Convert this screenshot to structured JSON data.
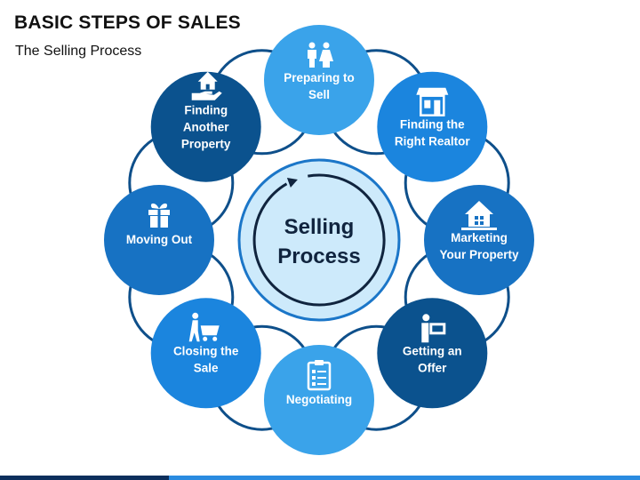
{
  "title": "BASIC STEPS OF SALES",
  "subtitle": "The Selling Process",
  "center": {
    "line1": "Selling",
    "line2": "Process"
  },
  "steps": [
    {
      "lines": [
        "Preparing to",
        "Sell"
      ],
      "icon": "couple-icon",
      "color": "#3aa3ea"
    },
    {
      "lines": [
        "Finding the",
        "Right Realtor"
      ],
      "icon": "storefront-icon",
      "color": "#1b85de"
    },
    {
      "lines": [
        "Marketing",
        "Your Property"
      ],
      "icon": "house-sign-icon",
      "color": "#1772c3"
    },
    {
      "lines": [
        "Getting an",
        "Offer"
      ],
      "icon": "person-sign-icon",
      "color": "#0b528e"
    },
    {
      "lines": [
        "Negotiating"
      ],
      "icon": "clipboard-icon",
      "color": "#3aa3ea"
    },
    {
      "lines": [
        "Closing the",
        "Sale"
      ],
      "icon": "shopping-cart-icon",
      "color": "#1b85de"
    },
    {
      "lines": [
        "Moving Out"
      ],
      "icon": "gift-icon",
      "color": "#1772c3"
    },
    {
      "lines": [
        "Finding",
        "Another",
        "Property"
      ],
      "icon": "hand-house-icon",
      "color": "#0b528e"
    }
  ],
  "colors": {
    "ring": "#0e4f8a",
    "center_fill": "#cdeafb",
    "center_stroke": "#1b76c8",
    "center_text": "#10243e",
    "footer_dark": "#0d2f5c",
    "footer_light": "#2a8be0"
  }
}
